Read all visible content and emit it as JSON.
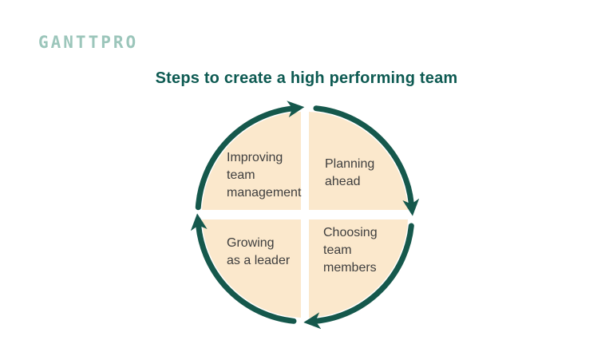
{
  "logo": {
    "text": "GANTTPRO",
    "color": "#9cc6bb"
  },
  "title": {
    "text": "Steps to create a high performing team",
    "color": "#0d5a52"
  },
  "diagram": {
    "type": "cycle",
    "direction": "clockwise",
    "fill_color": "#fbe8cc",
    "arrow_color": "#15584c",
    "label_color": "#3e3e3e",
    "steps": [
      {
        "position": "top-right",
        "label": "Planning\nahead"
      },
      {
        "position": "bottom-right",
        "label": "Choosing\nteam\nmembers"
      },
      {
        "position": "bottom-left",
        "label": "Growing\nas a leader"
      },
      {
        "position": "top-left",
        "label": "Improving\nteam\nmanagement"
      }
    ]
  }
}
